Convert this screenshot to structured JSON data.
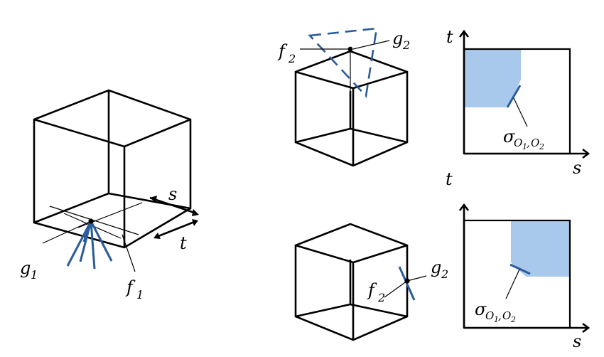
{
  "labels": {
    "s": "s",
    "t": "t",
    "g1_base": "g",
    "g1_sub": "1",
    "f1_base": "f",
    "f1_sub": "1",
    "f2_top_base": "f",
    "f2_top_sub": "2",
    "g2_top_base": "g",
    "g2_top_sub": "2",
    "f2_bot_base": "f",
    "f2_bot_sub": "2",
    "g2_bot_base": "g",
    "g2_bot_sub": "2",
    "plot_top_x": "s",
    "plot_top_y": "t",
    "plot_bot_x": "s",
    "plot_bot_y": "t",
    "sigma": "σ",
    "sigma_sub_o1": "O",
    "sigma_sub_1": "1",
    "sigma_sub_comma": ",",
    "sigma_sub_o2": "O",
    "sigma_sub_2": "2"
  },
  "colors": {
    "edge": "#000000",
    "blue": "#2a5c9a",
    "region": "#a9c9ec"
  }
}
